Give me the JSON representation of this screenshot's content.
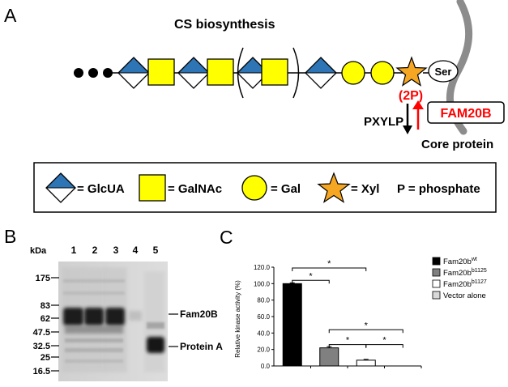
{
  "panel_a": {
    "letter": "A",
    "title": "CS biosynthesis",
    "ser_label": "Ser",
    "phospho_label": "(2P)",
    "pxylp_label": "PXYLP",
    "fam20b_label": "FAM20B",
    "core_protein_label": "Core protein",
    "legend": {
      "glcua": "= GlcUA",
      "galnac": "= GalNAc",
      "gal": "= Gal",
      "xyl": "= Xyl",
      "phosphate": "P = phosphate"
    },
    "colors": {
      "blue": "#2e75b6",
      "yellow": "#ffff00",
      "orange": "#f5a623",
      "red": "#ff0000",
      "gray": "#8c8c8c"
    }
  },
  "panel_b": {
    "letter": "B",
    "kda_label": "kDa",
    "lanes": [
      "1",
      "2",
      "3",
      "4",
      "5"
    ],
    "markers": [
      "175",
      "83",
      "62",
      "47.5",
      "32.5",
      "25",
      "16.5"
    ],
    "band_labels": [
      "Fam20B",
      "Protein A"
    ]
  },
  "panel_c": {
    "letter": "C",
    "sig_mark": "*",
    "chart_data": {
      "type": "bar",
      "ylabel": "Relative kinase activity (%)",
      "ylim": [
        0,
        120
      ],
      "yticks": [
        "0.0",
        "20.0",
        "40.0",
        "60.0",
        "80.0",
        "100.0",
        "120.0"
      ],
      "categories": [
        "Fam20bwt",
        "Fam20bb1125",
        "Fam20bb1127",
        "Vector alone"
      ],
      "values": [
        100,
        22,
        7,
        0
      ],
      "errors": [
        1,
        1.5,
        1,
        0
      ],
      "colors": [
        "#000000",
        "#808080",
        "#ffffff",
        "#d9d9d9"
      ],
      "legend": [
        {
          "base": "Fam20b",
          "sup": "wt"
        },
        {
          "base": "Fam20b",
          "sup": "b1125"
        },
        {
          "base": "Fam20b",
          "sup": "b1127"
        },
        {
          "base": "Vector alone",
          "sup": ""
        }
      ],
      "legend_position": "right",
      "grid": false
    }
  }
}
